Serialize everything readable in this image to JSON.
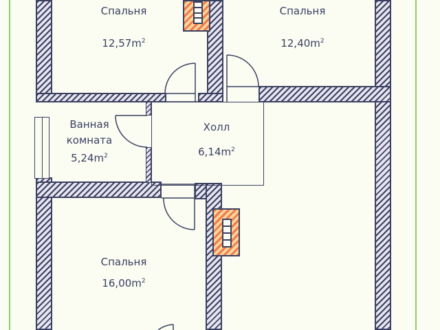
{
  "plan": {
    "colors": {
      "wall_stroke": "#3b4060",
      "wall_fill": "#e6e4ef",
      "flue_fill": "#f07a4a",
      "flue_fill_light": "#fbd59c",
      "frame_line": "#8ccf63",
      "background": "#fbfdf3"
    },
    "unit": "m",
    "unit_sup": "2",
    "rooms": [
      {
        "id": "bedroom-1",
        "name": "Спальня",
        "area": "12,57"
      },
      {
        "id": "bedroom-2",
        "name": "Спальня",
        "area": "12,40"
      },
      {
        "id": "bathroom",
        "name_line1": "Ванная",
        "name_line2": "комната",
        "area": "5,24"
      },
      {
        "id": "hall",
        "name": "Холл",
        "area": "6,14"
      },
      {
        "id": "bedroom-3",
        "name": "Спальня",
        "area": "16,00"
      }
    ]
  }
}
